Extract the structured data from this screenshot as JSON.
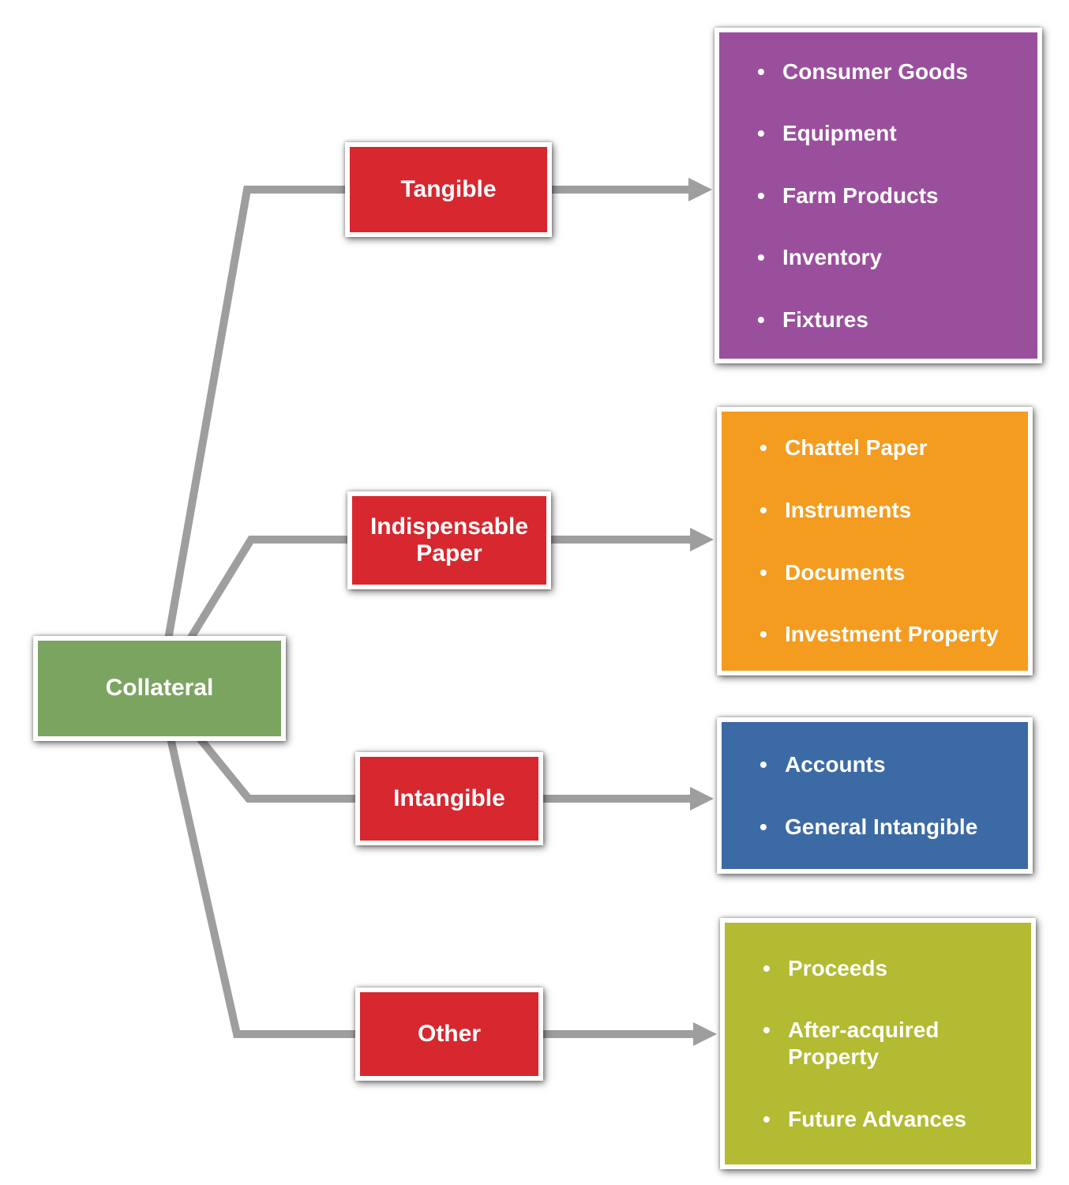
{
  "diagram": {
    "root": {
      "label": "Collateral",
      "color": "#7CA461"
    },
    "branch_color": "#D7272F",
    "connector_color": "#9E9E9E",
    "branches": [
      {
        "label": "Tangible",
        "panel_color": "#9A4F9D",
        "items": [
          "Consumer Goods",
          "Equipment",
          "Farm Products",
          "Inventory",
          "Fixtures"
        ]
      },
      {
        "label": "Indispensable Paper",
        "panel_color": "#F49C1F",
        "items": [
          "Chattel Paper",
          "Instruments",
          "Documents",
          "Investment Property"
        ]
      },
      {
        "label": "Intangible",
        "panel_color": "#3C6AA5",
        "items": [
          "Accounts",
          "General Intangible"
        ]
      },
      {
        "label": "Other",
        "panel_color": "#B2BB31",
        "items": [
          "Proceeds",
          "After-acquired Property",
          "Future Advances"
        ]
      }
    ]
  }
}
